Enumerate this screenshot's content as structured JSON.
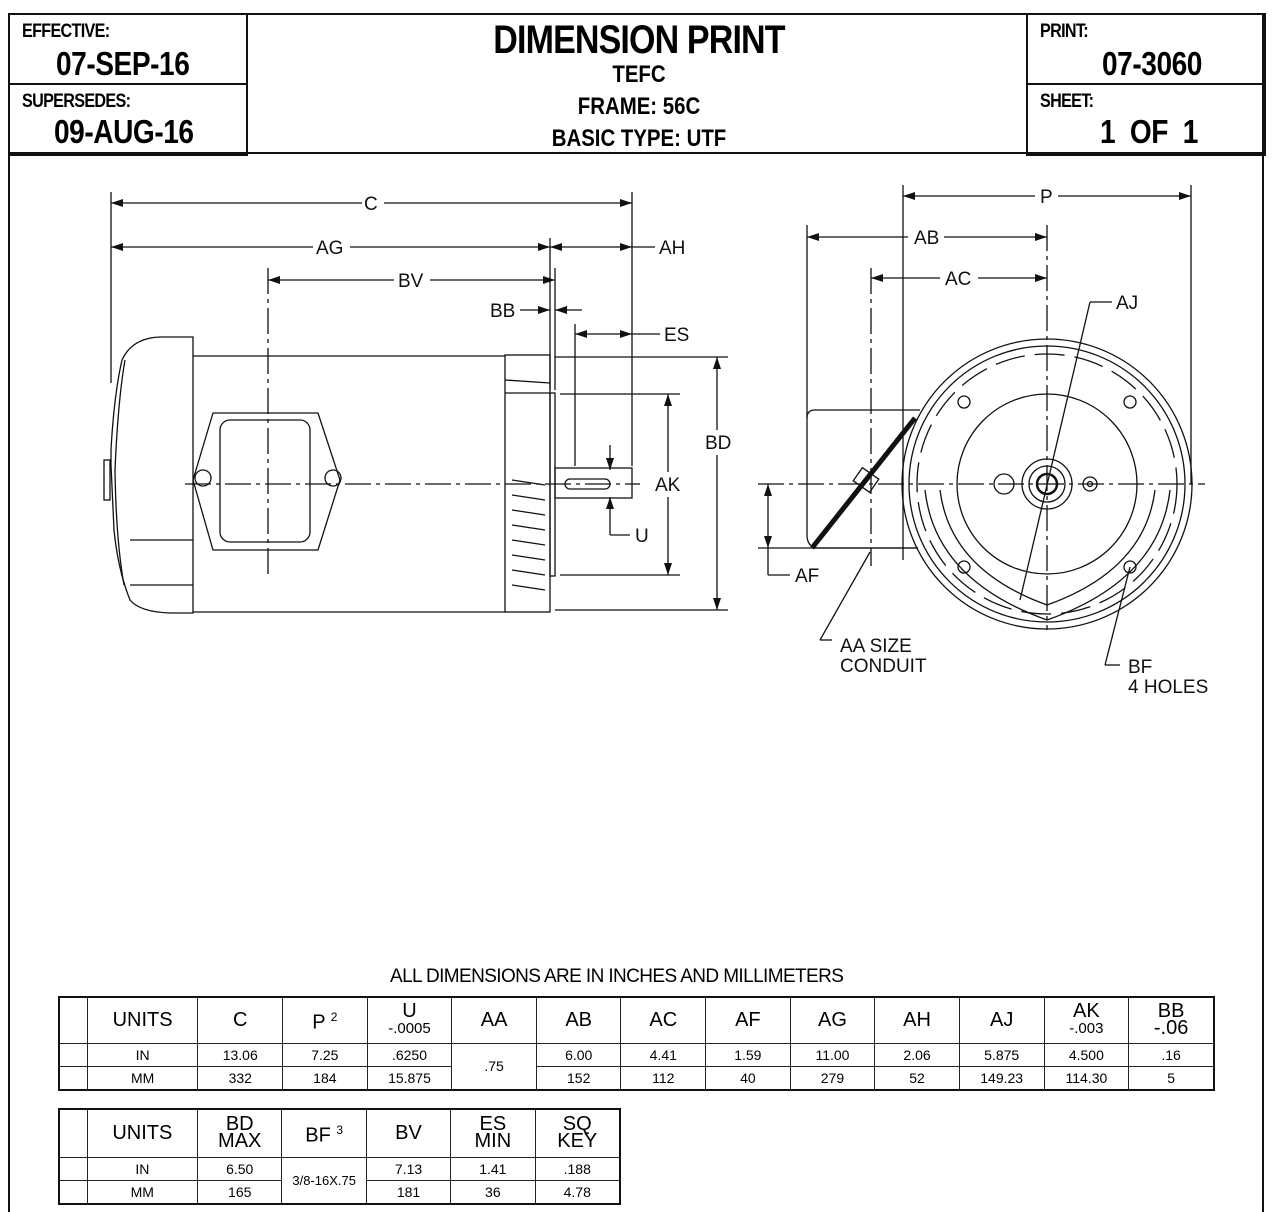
{
  "titleblock": {
    "effective_label": "EFFECTIVE:",
    "effective_value": "07-SEP-16",
    "supersedes_label": "SUPERSEDES:",
    "supersedes_value": "09-AUG-16",
    "title": "DIMENSION PRINT",
    "enclosure": "TEFC",
    "frame": "FRAME: 56C",
    "basic_type": "BASIC TYPE:  UTF",
    "print_label": "PRINT:",
    "print_value": "07-3060",
    "sheet_label": "SHEET:",
    "sheet_value": "1  OF  1"
  },
  "side_view": {
    "labels": {
      "c": "C",
      "ag": "AG",
      "ah": "AH",
      "bv": "BV",
      "bb": "BB",
      "es": "ES",
      "bd": "BD",
      "ak": "AK",
      "u": "U"
    }
  },
  "end_view": {
    "labels": {
      "p": "P",
      "ab": "AB",
      "ac": "AC",
      "aj": "AJ",
      "af": "AF",
      "aa_line1": "AA SIZE",
      "aa_line2": "CONDUIT",
      "bf_line1": "BF",
      "bf_line2": "4 HOLES"
    }
  },
  "caption": "ALL DIMENSIONS ARE IN INCHES AND MILLIMETERS",
  "table1": {
    "headers": [
      {
        "main": "UNITS",
        "sub": "",
        "sup": ""
      },
      {
        "main": "C",
        "sub": "",
        "sup": ""
      },
      {
        "main": "P",
        "sub": "",
        "sup": "2"
      },
      {
        "main": "U",
        "sub": "-.0005",
        "sup": ""
      },
      {
        "main": "AA",
        "sub": "",
        "sup": ""
      },
      {
        "main": "AB",
        "sub": "",
        "sup": ""
      },
      {
        "main": "AC",
        "sub": "",
        "sup": ""
      },
      {
        "main": "AF",
        "sub": "",
        "sup": ""
      },
      {
        "main": "AG",
        "sub": "",
        "sup": ""
      },
      {
        "main": "AH",
        "sub": "",
        "sup": ""
      },
      {
        "main": "AJ",
        "sub": "",
        "sup": ""
      },
      {
        "main": "AK",
        "sub": "-.003",
        "sup": ""
      },
      {
        "main": "BB",
        "sub": "-.06",
        "sup": ""
      }
    ],
    "rows": [
      {
        "units": "IN",
        "C": "13.06",
        "P": "7.25",
        "U": ".6250",
        "AA": ".75",
        "AB": "6.00",
        "AC": "4.41",
        "AF": "1.59",
        "AG": "11.00",
        "AH": "2.06",
        "AJ": "5.875",
        "AK": "4.500",
        "BB": ".16"
      },
      {
        "units": "MM",
        "C": "332",
        "P": "184",
        "U": "15.875",
        "AA": ".75",
        "AB": "152",
        "AC": "112",
        "AF": "40",
        "AG": "279",
        "AH": "52",
        "AJ": "149.23",
        "AK": "114.30",
        "BB": "5"
      }
    ]
  },
  "table2": {
    "headers": [
      {
        "main": "UNITS",
        "sub": "",
        "sup": ""
      },
      {
        "main": "BD",
        "sub": "MAX",
        "sup": ""
      },
      {
        "main": "BF",
        "sub": "",
        "sup": "3"
      },
      {
        "main": "BV",
        "sub": "",
        "sup": ""
      },
      {
        "main": "ES",
        "sub": "MIN",
        "sup": ""
      },
      {
        "main": "SQ",
        "sub": "KEY",
        "sup": ""
      }
    ],
    "rows": [
      {
        "units": "IN",
        "BD": "6.50",
        "BF": "3/8-16X.75",
        "BV": "7.13",
        "ES": "1.41",
        "SQ": ".188"
      },
      {
        "units": "MM",
        "BD": "165",
        "BF": "3/8-16X.75",
        "BV": "181",
        "ES": "36",
        "SQ": "4.78"
      }
    ]
  }
}
